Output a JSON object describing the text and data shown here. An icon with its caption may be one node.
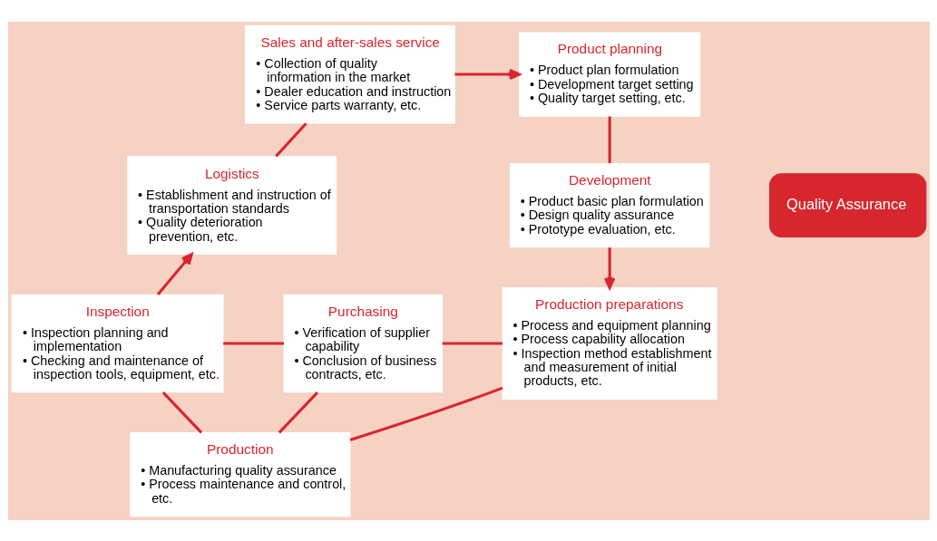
{
  "diagram": {
    "nodes": [
      {
        "text": [
          "Sales and after-sales service",
          "• Collection of quality information in the market",
          "• Dealer education and instruction",
          "• Service parts warranty, etc."
        ]
      },
      {
        "text": [
          "Product planning",
          "• Product plan formulation",
          "• Development target setting",
          "• Quality target setting, etc."
        ]
      },
      {
        "text": [
          "Quality Assurance"
        ]
      },
      {
        "text": [
          "Logistics",
          "• Establishment and instruction of transportation standards",
          "• Quality deterioration prevention, etc."
        ]
      },
      {
        "text": [
          "Development",
          "• Product basic plan formulation",
          "• Design quality assurance",
          "• Prototype evaluation, etc."
        ]
      },
      {
        "text": [
          "Purchasing",
          "• Verification of supplier capability",
          "• Conclusion of business contracts, etc."
        ]
      },
      {
        "text": [
          "Inspection",
          "• Inspection planning and implementation",
          "• Checking and maintenance of inspection tools, equipment, etc."
        ]
      },
      {
        "text": [
          "Production preparations",
          "• Process and equipment planning",
          "• Process capability allocation",
          "• Inspection method establishment and measurement of initial products, etc."
        ]
      },
      {
        "text": [
          "Production",
          "• Manufacturing quality assurance",
          "• Process maintenance and control, etc."
        ]
      }
    ],
    "edges": [
      {
        "from": 0,
        "to": 1,
        "arrow": "to"
      },
      {
        "from": 1,
        "to": 4,
        "arrow": "none"
      },
      {
        "from": 4,
        "to": 7,
        "arrow": "to"
      },
      {
        "from": 5,
        "to": 7,
        "arrow": "none"
      },
      {
        "from": 8,
        "to": 7,
        "arrow": "none"
      },
      {
        "from": 5,
        "to": 8,
        "arrow": "none"
      },
      {
        "from": 6,
        "to": 5,
        "arrow": "none"
      },
      {
        "from": 6,
        "to": 8,
        "arrow": "none"
      },
      {
        "from": 6,
        "to": 3,
        "arrow": "to"
      },
      {
        "from": 3,
        "to": 0,
        "arrow": "none"
      }
    ]
  }
}
